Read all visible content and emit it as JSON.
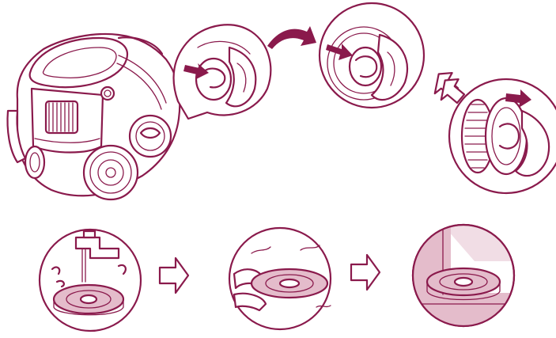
{
  "colors": {
    "ink": "#8a1a4c",
    "pink": "#e4bccb",
    "background": "#ffffff"
  },
  "steps": [
    {
      "name": "remove-filter-cap",
      "icon": "vacuum-cleaner-icon"
    },
    {
      "name": "turn-cap",
      "icon": "curved-arrow-icon"
    },
    {
      "name": "pull-out-filter",
      "icon": "pull-arrow-icon"
    },
    {
      "name": "rinse-under-tap",
      "icon": "water-tap-icon"
    },
    {
      "name": "shake-dry",
      "icon": "hands-shaking-filter-icon"
    },
    {
      "name": "air-dry",
      "icon": "filter-drying-icon"
    }
  ]
}
